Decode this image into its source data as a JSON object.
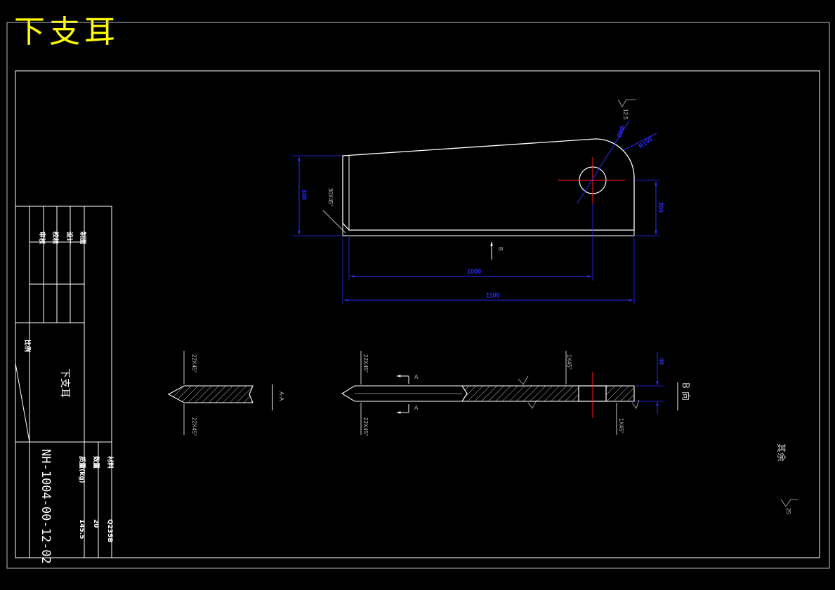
{
  "title": "下支耳",
  "title_block": {
    "drawing_number": "NH-1004-00-12-02",
    "part_name": "下支耳",
    "roles": [
      "制图",
      "设计",
      "校核",
      "审核"
    ],
    "scale_label": "比例",
    "props": [
      {
        "label": "材料",
        "value": "Q235B"
      },
      {
        "label": "数量",
        "value": "20"
      },
      {
        "label": "质量(kg)",
        "value": "145.5"
      }
    ]
  },
  "main_view": {
    "dims": {
      "height_left": "300",
      "height_right": "200",
      "len_1000": "1000",
      "len_1100": "1100",
      "hole_dia": "Φ80",
      "radius": "R100",
      "chamfer": "30X45°",
      "roughness": "12.5"
    },
    "view_arrow": "B"
  },
  "section_a": {
    "chamfer_top": "22X45°",
    "chamfer_bottom": "22X45°",
    "label": "A-A"
  },
  "side_view": {
    "chamfer_left_top": "22X45°",
    "chamfer_left_bottom": "22X45°",
    "chamfer_right_top": "1X45°",
    "chamfer_right_bottom": "1X45°",
    "thickness": "40",
    "section_mark": "A",
    "view_label": "B 向"
  },
  "surface_note": {
    "text": "其余",
    "value": "25"
  },
  "colors": {
    "background": "#000000",
    "line": "#ffffff",
    "dimension": "#2b2bff",
    "centerline": "#ff2020",
    "title": "#ffff00"
  }
}
